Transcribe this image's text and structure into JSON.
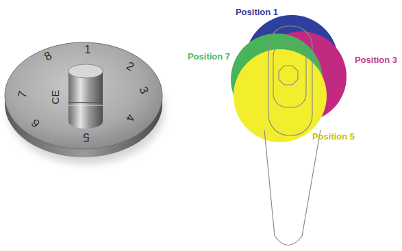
{
  "diagram": {
    "labels": [
      "Position 1",
      "Position 7",
      "Position 3",
      "Position 5",
      "8",
      "1",
      "2",
      "3",
      "4",
      "5",
      "6",
      "7",
      "CE"
    ]
  }
}
